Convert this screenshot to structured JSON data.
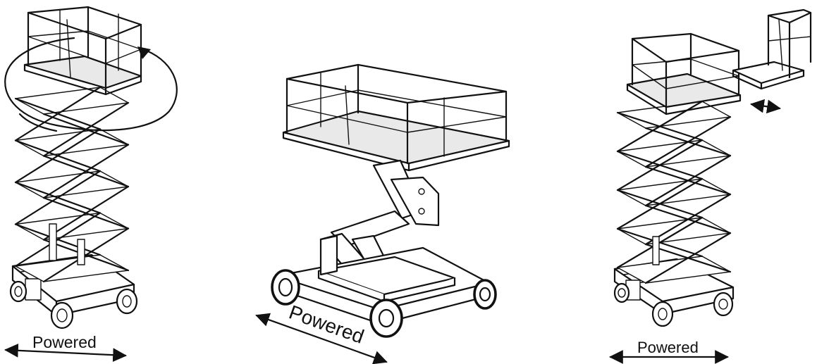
{
  "figures": [
    {
      "id": "rotating-platform",
      "label": "Powered"
    },
    {
      "id": "articulating-scissor",
      "label": "Powered"
    },
    {
      "id": "extending-platform",
      "label": "Powered"
    }
  ]
}
